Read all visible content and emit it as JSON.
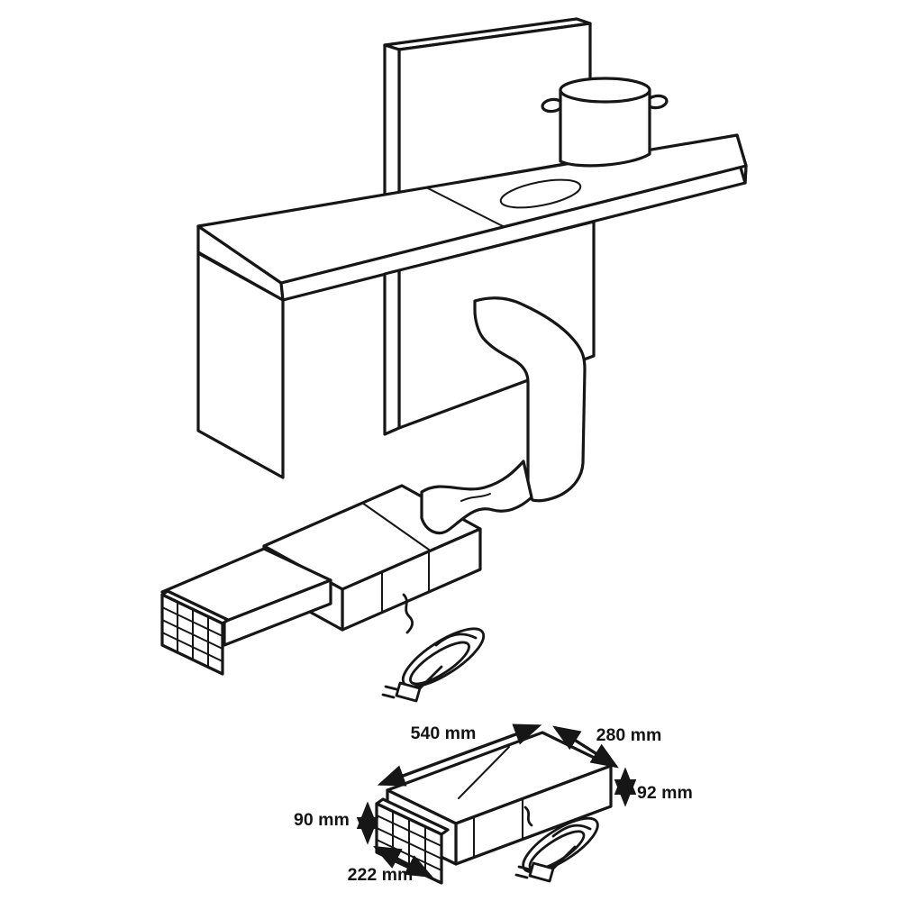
{
  "page": {
    "background": "#ffffff",
    "line_color": "#161616",
    "kind": "appliance installation line drawing"
  },
  "installation_view": {
    "parts": [
      "worktop",
      "back-panel",
      "cabinet-side-panel",
      "cooktop-section",
      "cooktop-cutout-hole",
      "cooking-pot",
      "exhaust-duct",
      "flexible-hose",
      "plinth-blower-unit",
      "air-outlet-grille",
      "power-cord",
      "power-plug"
    ]
  },
  "dimension_view": {
    "dimensions": {
      "length": "540 mm",
      "depth": "280 mm",
      "body_height": "92 mm",
      "grille_height": "90 mm",
      "grille_width": "222 mm"
    }
  }
}
